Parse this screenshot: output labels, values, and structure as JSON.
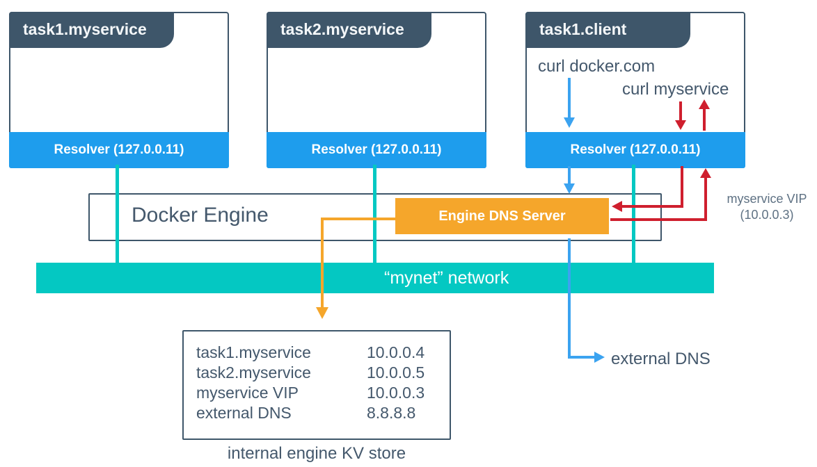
{
  "colors": {
    "slate": "#3E566A",
    "slate_text": "#44586C",
    "label_muted": "#5E7183",
    "blue": "#1E9DED",
    "blue_arrow": "#3BA3F0",
    "teal": "#04C8C2",
    "orange": "#F5A62B",
    "red": "#CF1F2E"
  },
  "containers": [
    {
      "title": "task1.myservice",
      "resolver": "Resolver (127.0.0.11)"
    },
    {
      "title": "task2.myservice",
      "resolver": "Resolver (127.0.0.11)"
    },
    {
      "title": "task1.client",
      "resolver": "Resolver (127.0.0.11)",
      "annotations": [
        "curl docker.com",
        "curl myservice"
      ]
    }
  ],
  "engine": {
    "label": "Docker Engine",
    "dns_server_label": "Engine DNS Server"
  },
  "network": {
    "label": "“mynet” network"
  },
  "vip_label": {
    "line1": "myservice VIP",
    "line2": "(10.0.0.3)"
  },
  "external_dns_label": "external DNS",
  "kv_store": {
    "caption": "internal engine KV store",
    "entries": [
      {
        "key": "task1.myservice",
        "value": "10.0.0.4"
      },
      {
        "key": "task2.myservice",
        "value": "10.0.0.5"
      },
      {
        "key": "myservice VIP",
        "value": "10.0.0.3"
      },
      {
        "key": "external DNS",
        "value": "8.8.8.8"
      }
    ]
  }
}
